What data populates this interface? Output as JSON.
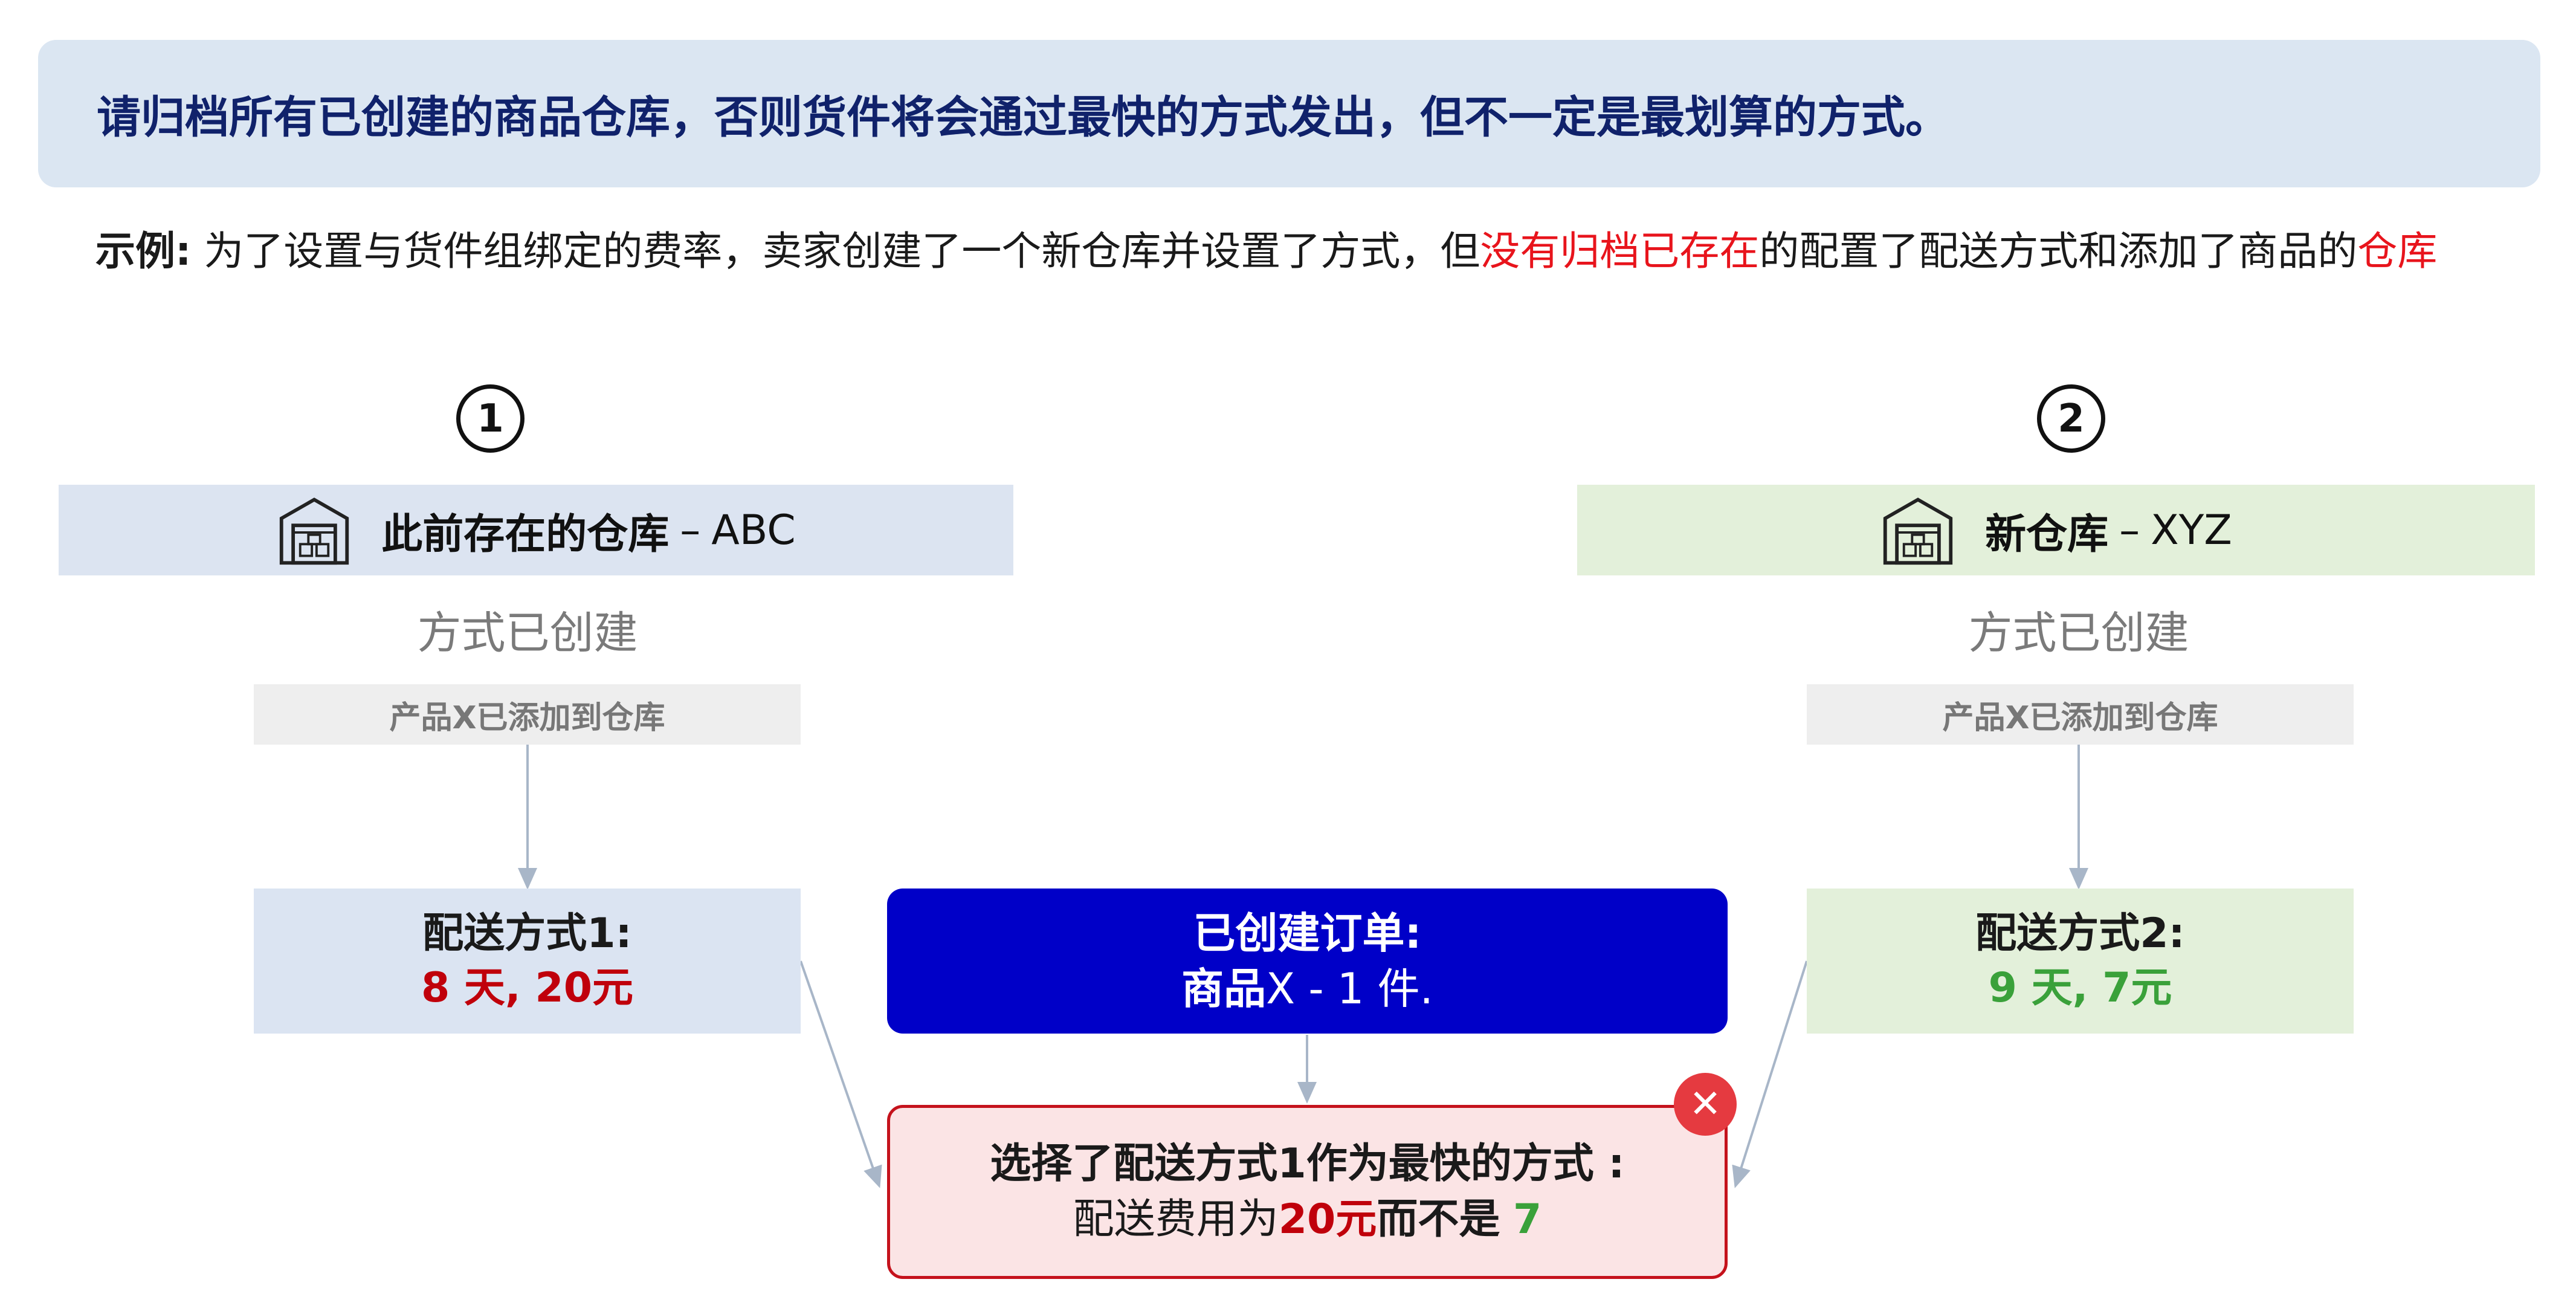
{
  "banner": {
    "text": "请归档所有已创建的商品仓库，否则货件将会通过最快的方式发出，但不一定是最划算的方式。"
  },
  "example": {
    "label": "示例:",
    "text1": " 为了设置与货件组绑定的费率，卖家创建了一个新仓库并设置了方式，但",
    "highlight1": "没有归档已存在",
    "text2": "的配置了配送方式和添加了商品的",
    "highlight2": "仓库"
  },
  "steps": {
    "one": "1",
    "two": "2"
  },
  "warehouse_left": {
    "icon": "warehouse-icon",
    "name": "此前存在的仓库",
    "separator": "–",
    "code": "ABC",
    "method_created": "方式已创建",
    "product_added": "产品X已添加到仓库"
  },
  "warehouse_right": {
    "icon": "warehouse-icon",
    "name": "新仓库",
    "separator": "–",
    "code": "XYZ",
    "method_created": "方式已创建",
    "product_added": "产品X已添加到仓库"
  },
  "shipping1": {
    "title": "配送方式1:",
    "value": "8 天, 20元"
  },
  "shipping2": {
    "title": "配送方式2:",
    "value": "9 天, 7元"
  },
  "order": {
    "title": "已创建订单:",
    "product_bold": "商品",
    "product_rest": "X - 1 件."
  },
  "result": {
    "line1": "选择了配送方式1作为最快的方式 :",
    "line2_prefix": "配送费用为",
    "line2_red": "20元",
    "line2_mid": "而不是",
    "line2_green": "7"
  },
  "badge": {
    "icon": "close-icon",
    "symbol": "✕"
  },
  "colors": {
    "banner_bg": "#dbe6f2",
    "banner_text": "#10226b",
    "highlight_red": "#e8141c",
    "left_bg": "#dce4f1",
    "right_bg": "#e3f0da",
    "order_blue": "#0000c8",
    "price_red": "#c0000b",
    "price_green": "#3aa13a",
    "result_border": "#c5121c",
    "badge_red": "#e53a40"
  }
}
